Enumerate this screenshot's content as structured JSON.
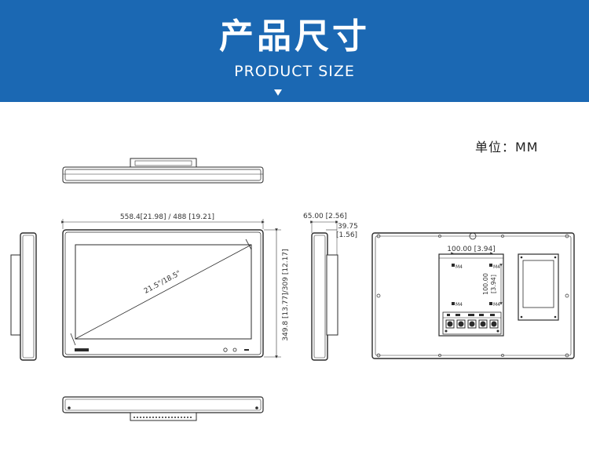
{
  "header": {
    "title_cn": "产品尺寸",
    "title_en": "PRODUCT SIZE"
  },
  "unit_label": "单位：MM",
  "front_view": {
    "width_dim": "558.4[21.98] / 488 [19.21]",
    "height_dim": "349.8 [13.77]/309 [12.17]",
    "diagonal": "21.5\"/18.5\""
  },
  "side_view": {
    "depth_dim": "65.00 [2.56]",
    "sub_dim_line1": "39.75",
    "sub_dim_line2": "[1.56]"
  },
  "rear_view": {
    "vesa_h_dim": "100.00 [3.94]",
    "vesa_v_dim_line1": "100.00",
    "vesa_v_dim_line2": "[3.94]",
    "screw_label": "M4"
  },
  "colors": {
    "banner": "#1b68b3",
    "line": "#2b2b2b"
  }
}
